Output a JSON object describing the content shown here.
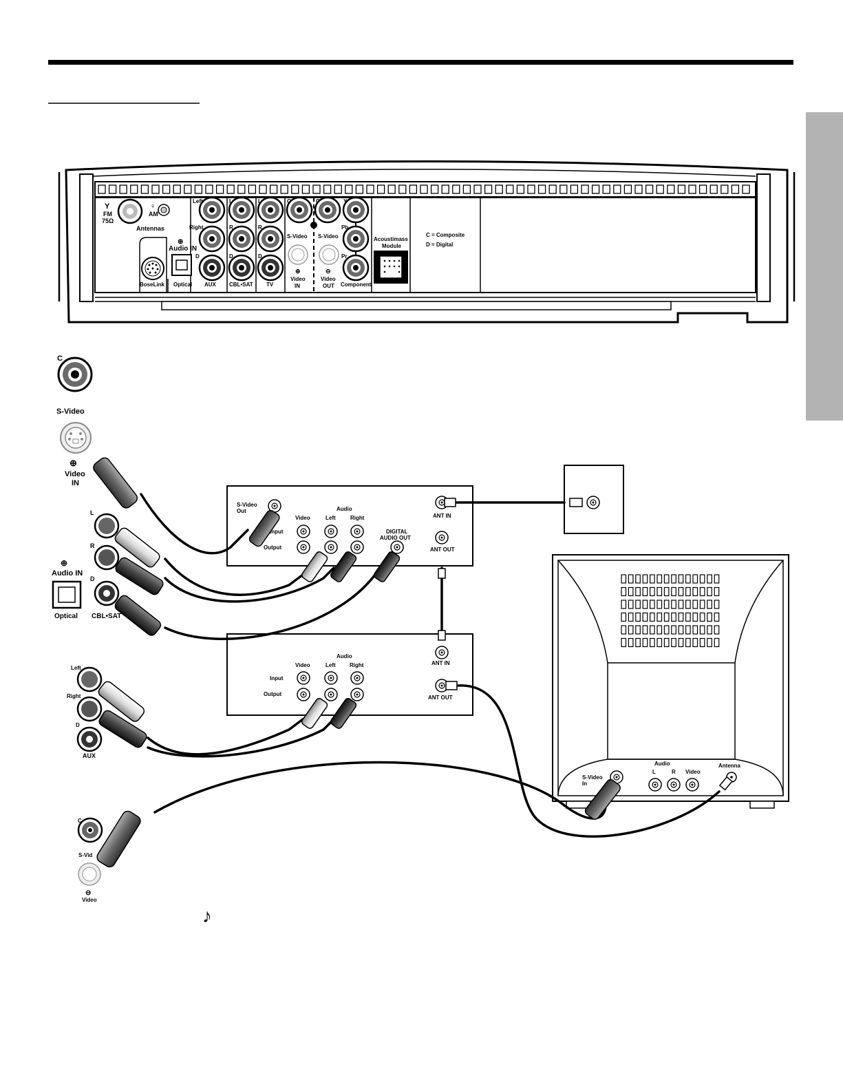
{
  "receiver": {
    "antennas": "Antennas",
    "fm": "FM",
    "fm_ohms": "75Ω",
    "am": "AM",
    "left": "Left",
    "right": "Right",
    "audio_in": "Audio IN",
    "l": "L",
    "r": "R",
    "c": "C",
    "d": "D",
    "y": "Y",
    "pb": "Pb",
    "pr": "Pr",
    "s_video": "S-Video",
    "video": "Video",
    "in": "IN",
    "out": "OUT",
    "boselink": "BoseLink",
    "optical": "Optical",
    "aux": "AUX",
    "cbl_sat": "CBL•SAT",
    "tv": "TV",
    "component": "Component",
    "acoustimass": "Acoustimass",
    "module": "Module",
    "legend_c": "C = Composite",
    "legend_d": "D = Digital"
  },
  "closeup": {
    "c": "C",
    "s_video": "S-Video",
    "video": "Video",
    "in": "IN",
    "l": "L",
    "r": "R",
    "d": "D",
    "audio_in": "Audio IN",
    "optical": "Optical",
    "cbl_sat": "CBL•SAT",
    "left": "Left",
    "right": "Right",
    "aux": "AUX",
    "s_vid_partial": "S-Vid"
  },
  "box1": {
    "s_video": "S-Video",
    "out": "Out",
    "audio": "Audio",
    "video": "Video",
    "left": "Left",
    "right": "Right",
    "input": "Input",
    "output": "Output",
    "digital": "DIGITAL",
    "audio_out": "AUDIO  OUT",
    "ant_in": "ANT  IN",
    "ant_out": "ANT  OUT"
  },
  "box2": {
    "audio": "Audio",
    "video": "Video",
    "left": "Left",
    "right": "Right",
    "input": "Input",
    "output": "Output",
    "ant_in": "ANT  IN",
    "ant_out": "ANT  OUT"
  },
  "tv_set": {
    "audio": "Audio",
    "l": "L",
    "r": "R",
    "video": "Video",
    "s_video": "S-Video",
    "in": "In",
    "antenna": "Antenna"
  },
  "note_icon": "♪"
}
